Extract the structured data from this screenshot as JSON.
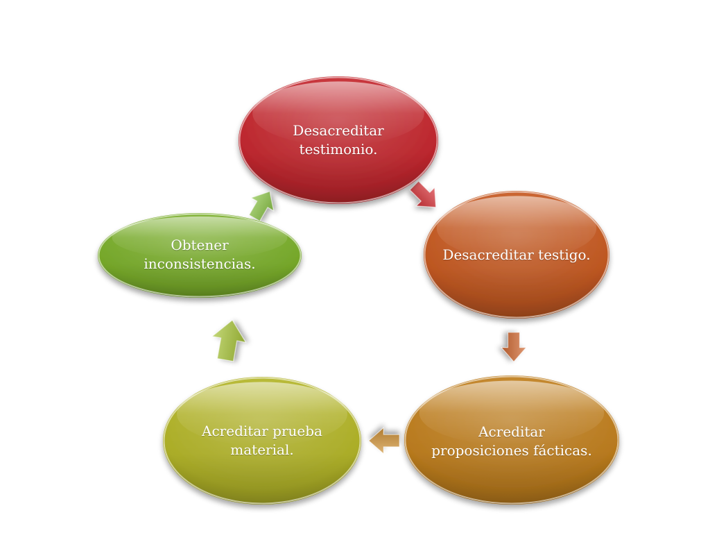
{
  "diagram": {
    "type": "cycle",
    "nodes": [
      {
        "id": "desacreditar-testimonio",
        "label": "Desacreditar testimonio.",
        "color": "#c4282f"
      },
      {
        "id": "desacreditar-testigo",
        "label": "Desacreditar testigo.",
        "color": "#c65a22"
      },
      {
        "id": "acreditar-proposiciones",
        "label": "Acreditar proposiciones fácticas.",
        "color": "#c07f1f"
      },
      {
        "id": "acreditar-prueba",
        "label": "Acreditar prueba material.",
        "color": "#b3b529"
      },
      {
        "id": "obtener-inconsistencias",
        "label": "Obtener inconsistencias.",
        "color": "#7aae2b"
      }
    ],
    "edges": [
      {
        "from": "desacreditar-testimonio",
        "to": "desacreditar-testigo",
        "color": "#d6353b"
      },
      {
        "from": "desacreditar-testigo",
        "to": "acreditar-proposiciones",
        "color": "#d06a34"
      },
      {
        "from": "acreditar-proposiciones",
        "to": "acreditar-prueba",
        "color": "#cf9238"
      },
      {
        "from": "acreditar-prueba",
        "to": "obtener-inconsistencias",
        "color": "#a8c43b"
      },
      {
        "from": "obtener-inconsistencias",
        "to": "desacreditar-testimonio",
        "color": "#8cc54a"
      }
    ]
  }
}
